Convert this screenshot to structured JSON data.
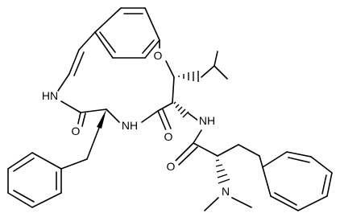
{
  "diagram": {
    "atom_labels": {
      "ether_o": "O",
      "nh_ring": "HN",
      "nh_mid": "NH",
      "nh_amide": "NH",
      "o_carbonyl_1": "O",
      "o_carbonyl_2": "O",
      "o_carbonyl_3": "O",
      "n_dimethyl": "N"
    }
  }
}
